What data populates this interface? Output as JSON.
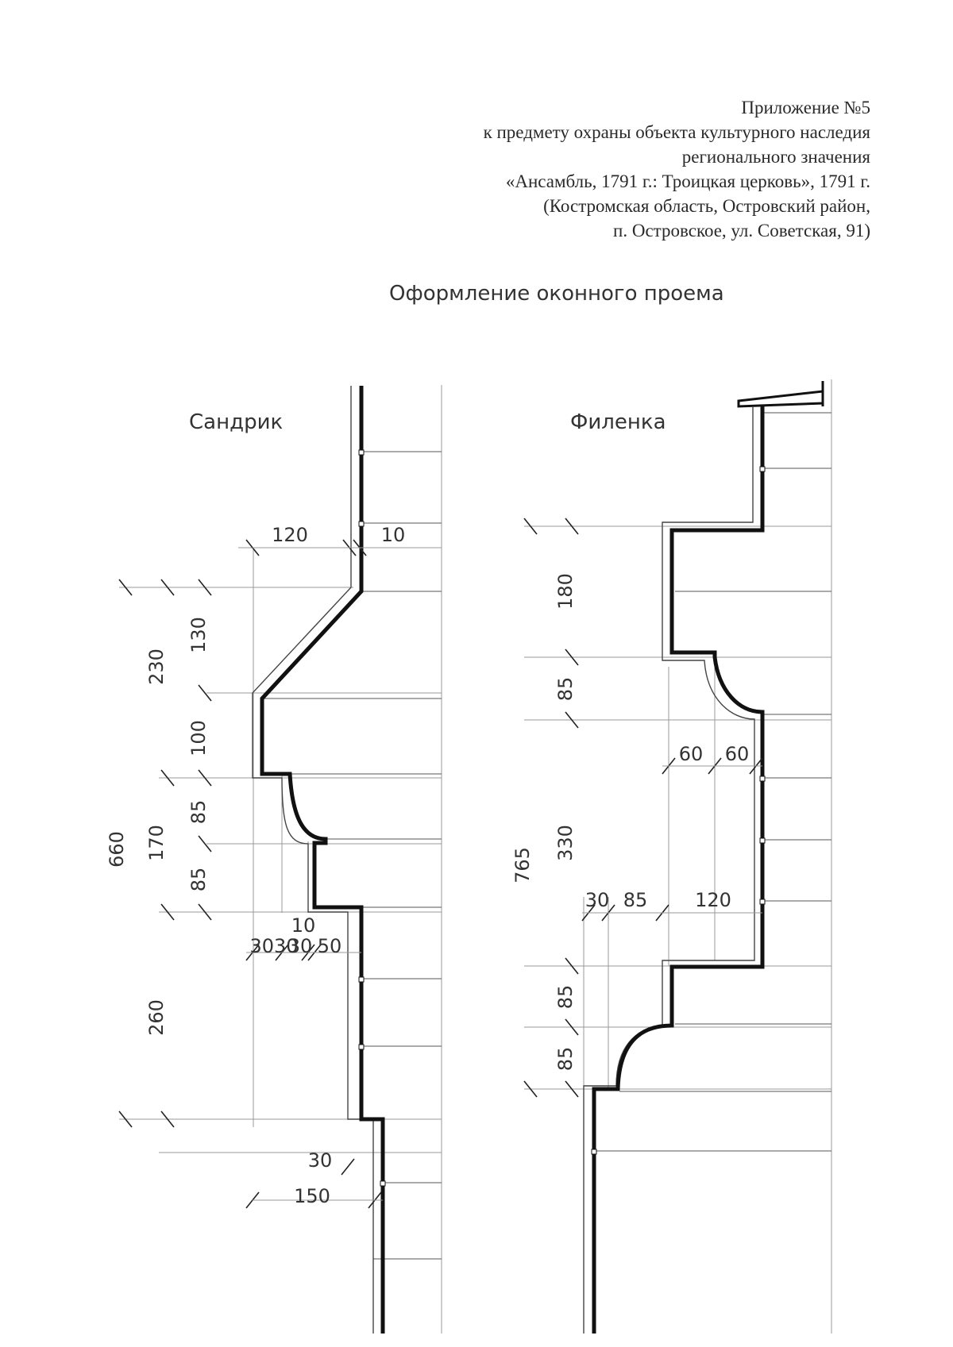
{
  "header": {
    "lines": [
      "Приложение №5",
      "к предмету охраны объекта культурного наследия",
      "регионального значения",
      "«Ансамбль, 1791 г.: Троицкая церковь», 1791 г.",
      "(Костромская область, Островский район,",
      "п. Островское, ул. Советская, 91)"
    ]
  },
  "drawing": {
    "title": "Оформление оконного проема",
    "left_detail": {
      "label": "Сандрик",
      "dims": {
        "d120": "120",
        "d10_top": "10",
        "d130": "130",
        "d230": "230",
        "d100": "100",
        "d85_a": "85",
        "d170": "170",
        "d660": "660",
        "d85_b": "85",
        "d10_mid": "10",
        "d303030": "3030",
        "d30_c": "30",
        "d50": "50",
        "d260": "260",
        "d30_bot": "30",
        "d150": "150"
      }
    },
    "right_detail": {
      "label": "Филенка",
      "dims": {
        "d180": "180",
        "d85_a": "85",
        "d60_l": "60",
        "d60_r": "60",
        "d330": "330",
        "d765": "765",
        "d30": "30",
        "d85_mid": "85",
        "d120": "120",
        "d85_b": "85",
        "d85_c": "85"
      }
    }
  }
}
